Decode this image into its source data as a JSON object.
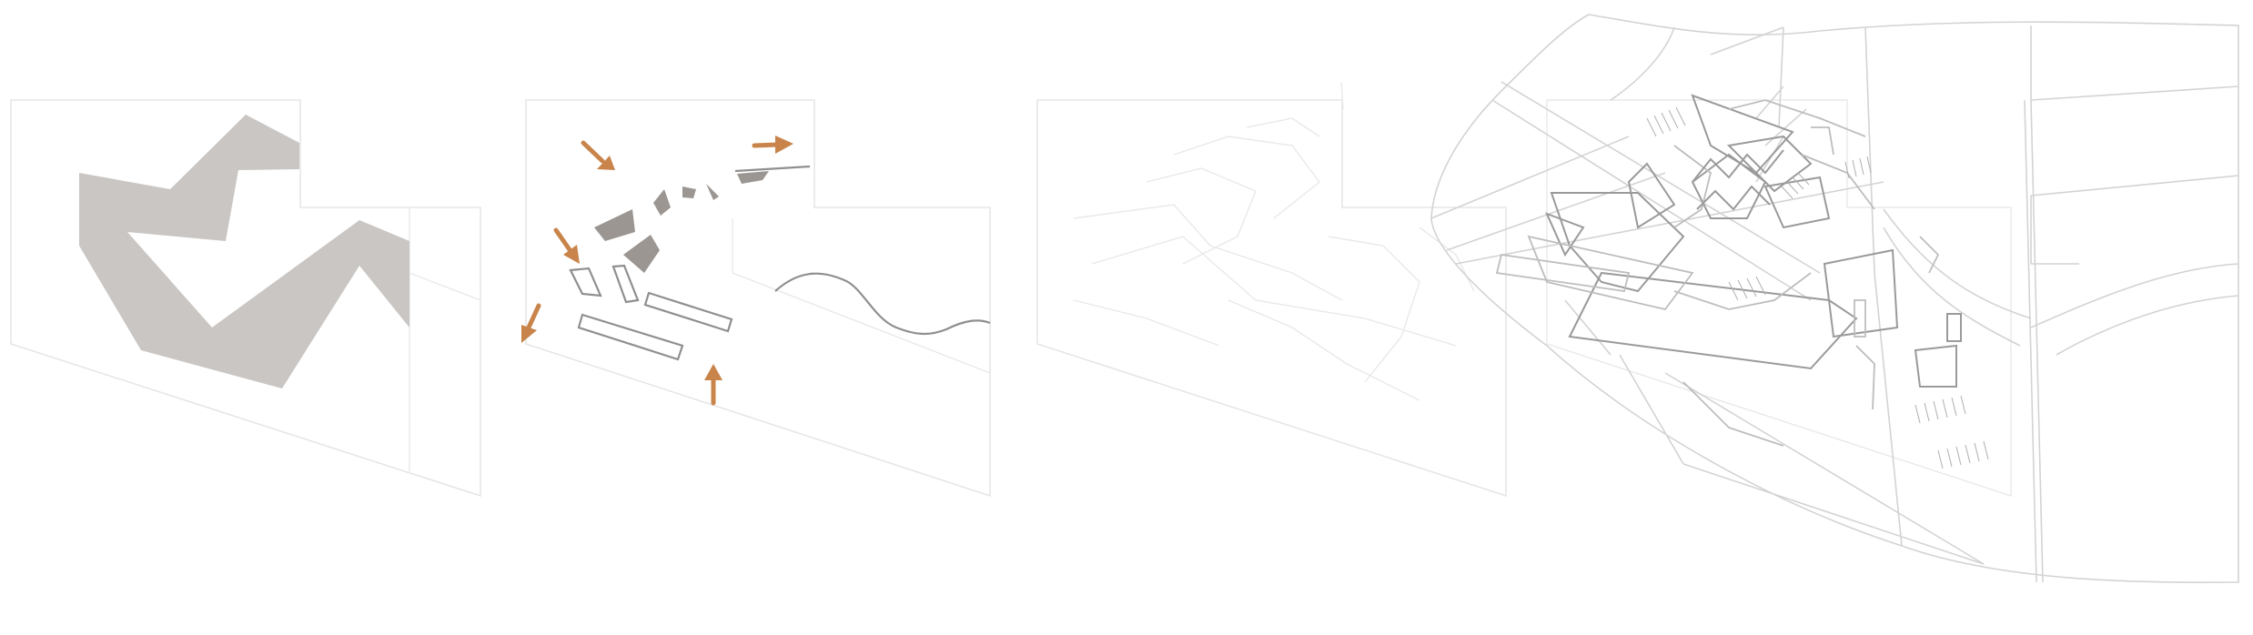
{
  "figure": {
    "panels": [
      {
        "id": "mass",
        "description_name": "building-mass-panel"
      },
      {
        "id": "fragments",
        "description_name": "fragmentation-panel"
      },
      {
        "id": "ghost-plan",
        "description_name": "ghost-plan-panel"
      },
      {
        "id": "site-plan",
        "description_name": "site-plan-panel"
      }
    ],
    "colors": {
      "mass_fill": "#c9c6c3",
      "fragment_fill": "#9b9692",
      "arrow": "#c8844a",
      "outline": "#8f8f8f",
      "frame": "#e6e6e6",
      "plan_line": "#bdbdbd"
    },
    "arrows": [
      {
        "name": "arrow-down-right-top",
        "direction": "down-right"
      },
      {
        "name": "arrow-right-top",
        "direction": "right"
      },
      {
        "name": "arrow-down-right-mid",
        "direction": "down-right"
      },
      {
        "name": "arrow-down-left",
        "direction": "down-left"
      },
      {
        "name": "arrow-up-bottom",
        "direction": "up"
      }
    ]
  }
}
